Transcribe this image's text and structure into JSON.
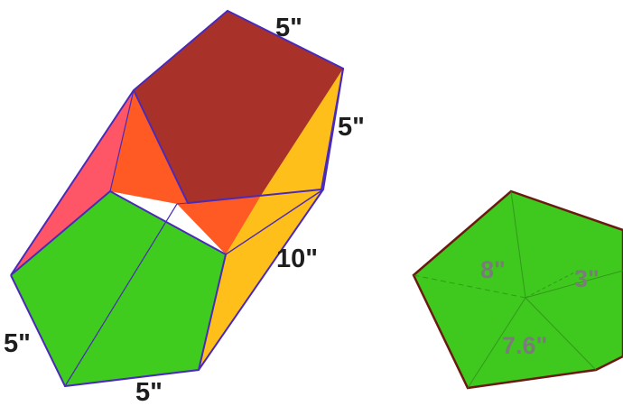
{
  "colors": {
    "front_face": "#3fcc1e",
    "top_face": "#a8322a",
    "right_face": "#ffbf1a",
    "left_face": "#ff4d5f",
    "inner_face": "#ff5a24",
    "edge": "#4a2ab8",
    "pentagon_fill": "#3fc81e",
    "pentagon_border": "#6a1a10",
    "label_dark": "#1e1e1e",
    "label_grey": "#7b7b7b"
  },
  "prism": {
    "labels": {
      "top_edge": "5\"",
      "right_upper_edge": "5\"",
      "length": "10\"",
      "left_bottom_edge": "5\"",
      "bottom_edge": "5\""
    }
  },
  "pentagon": {
    "labels": {
      "segment_a": "8\"",
      "apothem": "3\"",
      "segment_b": "7.6\""
    }
  }
}
